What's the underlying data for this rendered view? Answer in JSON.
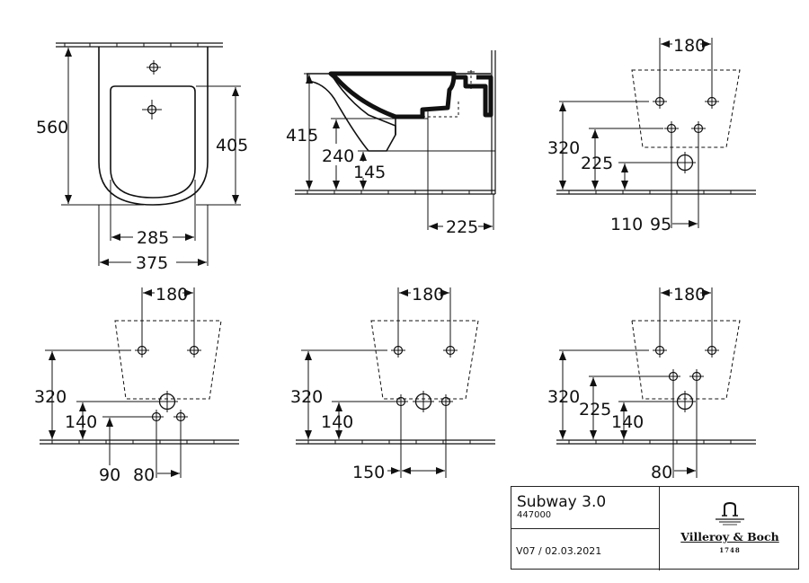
{
  "top_view": {
    "overall_height": "560",
    "bowl_height": "405",
    "bowl_width": "285",
    "overall_width": "375"
  },
  "side_view": {
    "height": "415",
    "outlet_height": "240",
    "bowl_height": "145",
    "depth": "225"
  },
  "waste_a": {
    "bolt_spacing": "180",
    "mount_height": "320",
    "supply_height": "225",
    "waste_height": "110",
    "supply_spacing": "95"
  },
  "waste_b": {
    "bolt_spacing": "180",
    "mount_height": "320",
    "waste_height": "140",
    "supply_height": "90",
    "supply_spacing": "80"
  },
  "waste_c": {
    "bolt_spacing": "180",
    "mount_height": "320",
    "waste_height": "140",
    "supply_spacing": "150"
  },
  "waste_d": {
    "bolt_spacing": "180",
    "mount_height": "320",
    "supply_height": "225",
    "waste_height": "140",
    "supply_spacing": "80"
  },
  "title_block": {
    "product_name": "Subway 3.0",
    "product_number": "447000",
    "version": "V07 / 02.03.2021",
    "brand": "Villeroy & Boch",
    "brand_year": "1748"
  },
  "icons": [
    "bidet-top-view",
    "bidet-side-view",
    "mounting-hole",
    "waste-outlet",
    "faucet-logo-icon"
  ]
}
